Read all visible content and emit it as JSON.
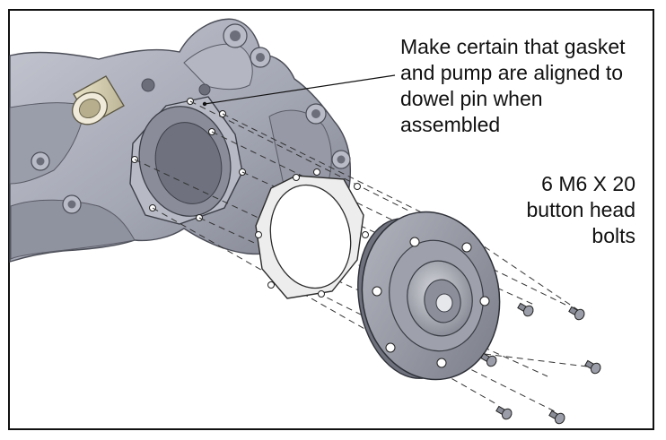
{
  "callouts": {
    "alignment_note": {
      "lines": [
        "Make certain that gasket",
        "and pump are aligned to",
        "dowel pin when",
        "assembled"
      ]
    },
    "bolt_spec": {
      "lines": [
        "6 M6 X 20",
        "button head",
        "bolts"
      ]
    }
  },
  "colors": {
    "housing": "#a9acb8",
    "housing_shadow": "#7d8090",
    "pump": "#8e919c",
    "gasket": "#e6e6e6",
    "outline": "#2a2a2a"
  }
}
